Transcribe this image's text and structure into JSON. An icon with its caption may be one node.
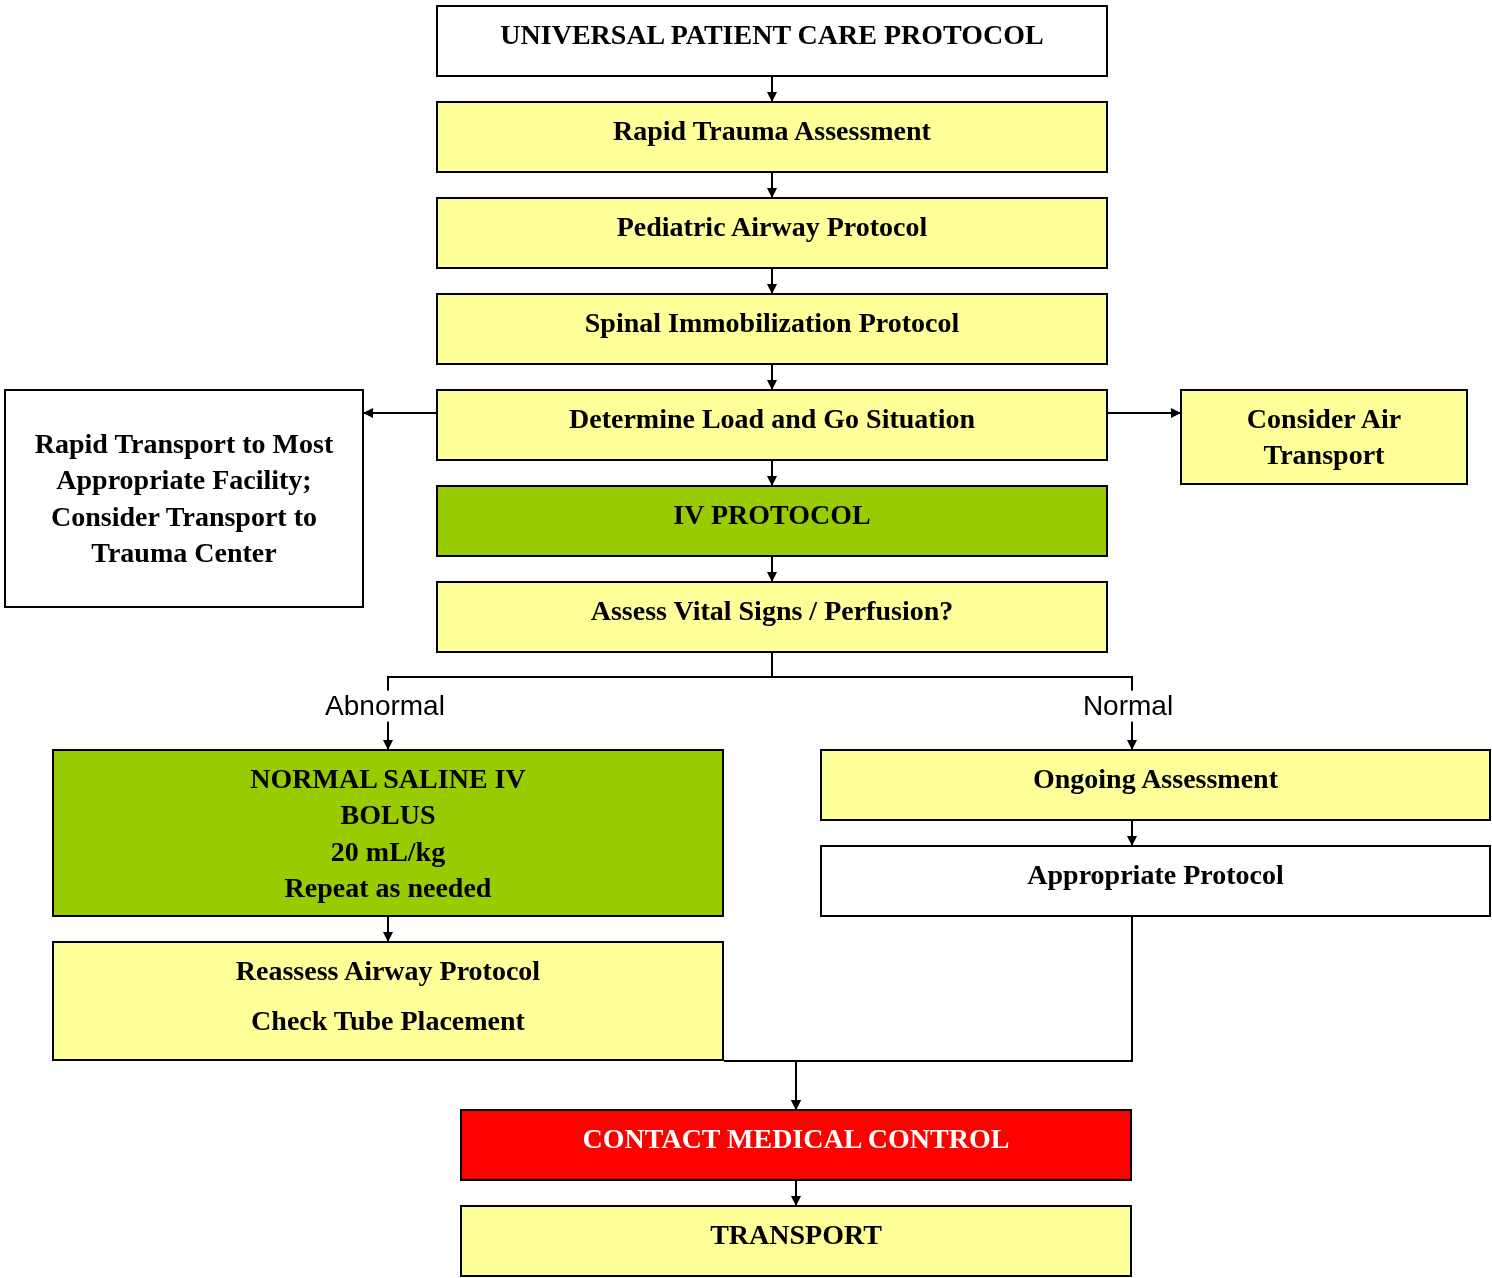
{
  "diagram": {
    "nodes": [
      {
        "text": [
          "UNIVERSAL PATIENT CARE PROTOCOL"
        ]
      },
      {
        "text": [
          "Rapid Trauma Assessment"
        ]
      },
      {
        "text": [
          "Pediatric Airway Protocol"
        ]
      },
      {
        "text": [
          "Spinal Immobilization Protocol"
        ]
      },
      {
        "text": [
          "Rapid Transport to Most Appropriate Facility; Consider Transport to Trauma Center"
        ]
      },
      {
        "text": [
          "Determine Load and Go Situation"
        ]
      },
      {
        "text": [
          "Consider Air Transport"
        ]
      },
      {
        "text": [
          "IV PROTOCOL"
        ]
      },
      {
        "text": [
          "Assess Vital Signs / Perfusion?"
        ]
      },
      {
        "text": [
          "NORMAL SALINE IV BOLUS",
          "20 mL/kg",
          "Repeat as needed"
        ]
      },
      {
        "text": [
          "Ongoing Assessment"
        ]
      },
      {
        "text": [
          "Reassess Airway Protocol",
          "Check Tube Placement"
        ]
      },
      {
        "text": [
          "Appropriate Protocol"
        ]
      },
      {
        "text": [
          "CONTACT MEDICAL CONTROL"
        ]
      },
      {
        "text": [
          "TRANSPORT"
        ]
      }
    ],
    "edges": [
      {
        "from": 0,
        "to": 1,
        "arrow": "to"
      },
      {
        "from": 1,
        "to": 2,
        "arrow": "to"
      },
      {
        "from": 2,
        "to": 3,
        "arrow": "to"
      },
      {
        "from": 3,
        "to": 5,
        "arrow": "to"
      },
      {
        "from": 5,
        "to": 4,
        "arrow": "to"
      },
      {
        "from": 5,
        "to": 6,
        "arrow": "to"
      },
      {
        "from": 5,
        "to": 7,
        "arrow": "to"
      },
      {
        "from": 7,
        "to": 8,
        "arrow": "to"
      },
      {
        "from": 8,
        "to": 9,
        "arrow": "to",
        "label": "Abnormal"
      },
      {
        "from": 8,
        "to": 10,
        "arrow": "to",
        "label": "Normal"
      },
      {
        "from": 9,
        "to": 11,
        "arrow": "to"
      },
      {
        "from": 10,
        "to": 12,
        "arrow": "to"
      },
      {
        "from": 11,
        "to": 13,
        "arrow": "to"
      },
      {
        "from": 12,
        "to": 13,
        "arrow": "to"
      },
      {
        "from": 13,
        "to": 14,
        "arrow": "to"
      }
    ]
  }
}
